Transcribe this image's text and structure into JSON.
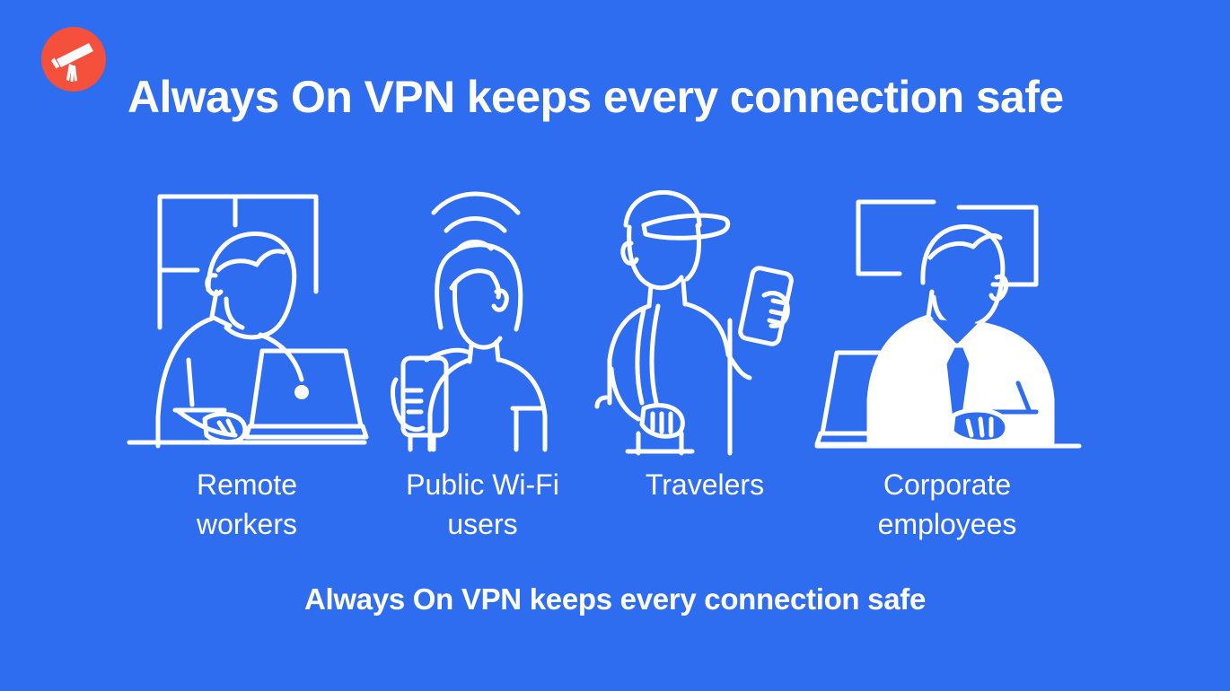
{
  "brand": {
    "logo_icon": "telescope-icon",
    "logo_circle_color": "#f4503c",
    "logo_glyph_color": "#ffffff"
  },
  "theme": {
    "background_color": "#2f6df0",
    "line_color": "#ffffff",
    "text_color": "#ffffff"
  },
  "headline": {
    "text": "Always On VPN keeps every connection safe"
  },
  "caption": {
    "text": "Always On VPN keeps every connection safe"
  },
  "figures": [
    {
      "id": "remote-worker",
      "icon": "person-at-laptop-with-window-icon",
      "label_line1": "Remote",
      "label_line2": "workers"
    },
    {
      "id": "public-wifi-user",
      "icon": "person-with-phone-and-wifi-icon",
      "label_line1": "Public Wi-Fi",
      "label_line2": "users"
    },
    {
      "id": "traveler",
      "icon": "person-with-cap-backpack-and-luggage-icon",
      "label_line1": "Travelers",
      "label_line2": ""
    },
    {
      "id": "corporate-employee",
      "icon": "businessman-at-laptop-with-frames-icon",
      "label_line1": "Corporate",
      "label_line2": "employees"
    }
  ]
}
